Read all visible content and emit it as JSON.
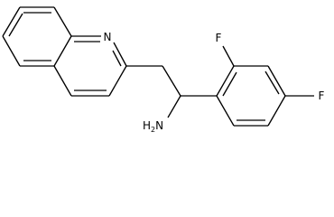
{
  "molecule": {
    "atom_labels": {
      "ring_nitrogen": "N",
      "fluorine_ortho": "F",
      "fluorine_para": "F",
      "amine_h2": "H",
      "amine_sub": "2",
      "amine_n": "N"
    },
    "colors": {
      "bond": "#000000",
      "label": "#000000",
      "background": "#ffffff"
    }
  }
}
